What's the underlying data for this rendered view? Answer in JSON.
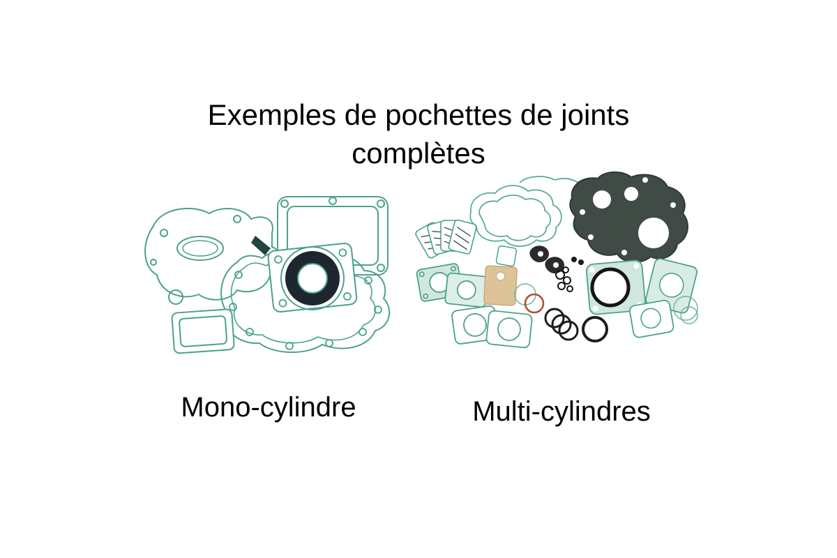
{
  "title": "Exemples de pochettes de joints\ncomplètes",
  "figures": {
    "mono": {
      "label": "Mono-cylindre"
    },
    "multi": {
      "label": "Multi-cylindres"
    }
  },
  "colors": {
    "background": "#ffffff",
    "text": "#000000",
    "gasket_teal": "#4aa18c",
    "gasket_teal_light": "#d8ece5",
    "gasket_teal_thin": "#6fb3a2",
    "dark_crankcase_gasket": "#404b45",
    "head_gasket_dark": "#1e2730",
    "tan_gasket": "#dec39a",
    "oring_black": "#1c1c1c",
    "oring_red": "#b5492f"
  }
}
